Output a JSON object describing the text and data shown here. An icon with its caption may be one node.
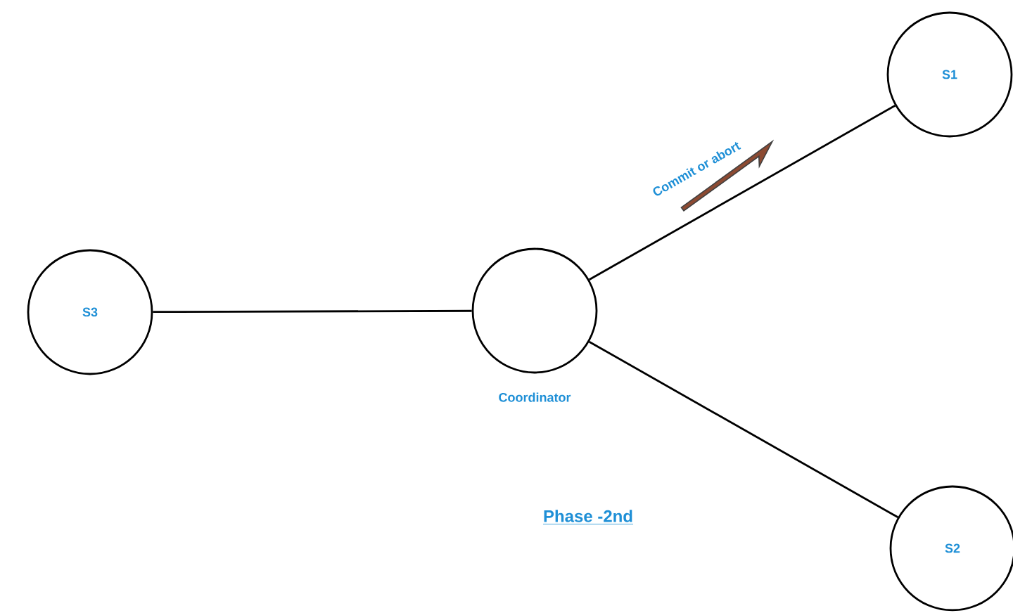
{
  "diagram": {
    "nodes": [
      {
        "text": [
          "S1"
        ]
      },
      {
        "text": [
          "S3"
        ]
      },
      {
        "text": [],
        "shape": "circle",
        "beside": [
          "Coordinator"
        ]
      },
      {
        "text": [
          "S2"
        ]
      }
    ],
    "edges": [
      {
        "from": 2,
        "to": 0,
        "arrow": "none",
        "label": "Commit or abort"
      },
      {
        "from": 1,
        "to": 2,
        "arrow": "none"
      },
      {
        "from": 2,
        "to": 3,
        "arrow": "none"
      }
    ],
    "labels": [
      "Phase -2nd"
    ]
  }
}
